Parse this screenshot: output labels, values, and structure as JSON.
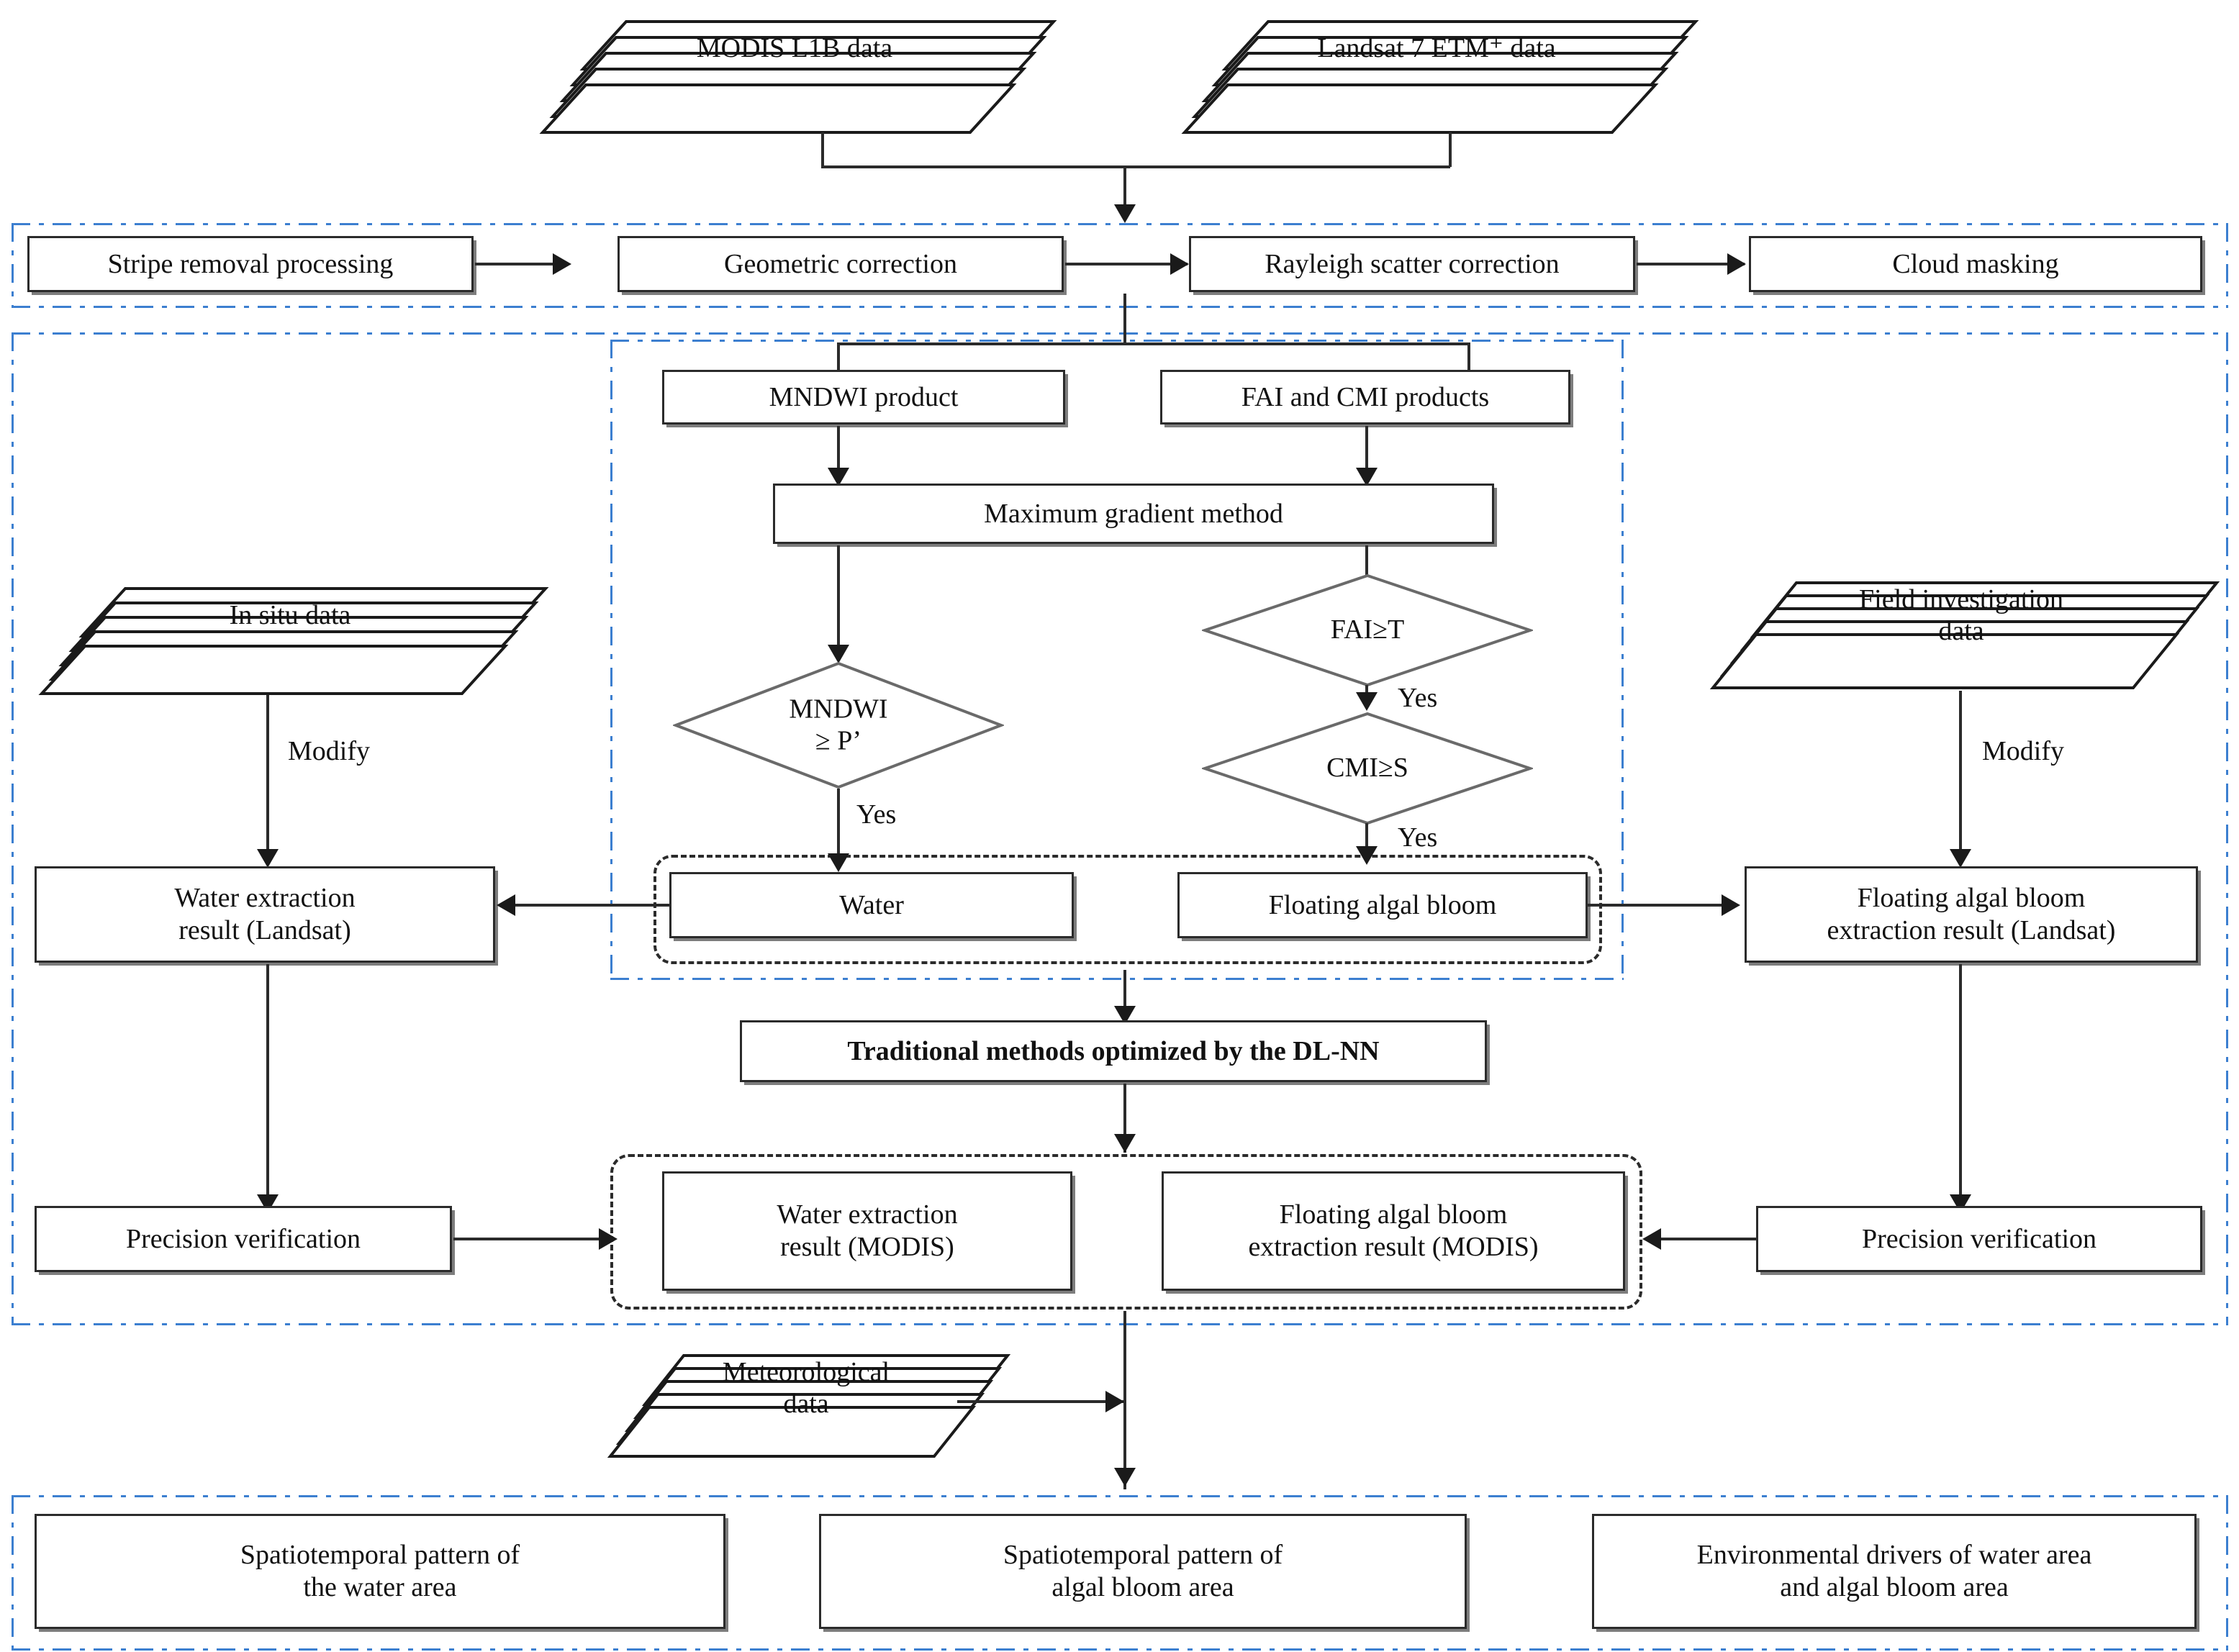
{
  "diagram": {
    "title": "Remote sensing water and algal bloom extraction workflow",
    "accent_blue": "#3c7fd0",
    "line_color": "#2b2b2b"
  },
  "sources": {
    "modis": "MODIS L1B data",
    "landsat": "Landsat 7 ETM⁺ data",
    "in_situ": "In situ data",
    "field": "Field investigation\ndata",
    "meteorological": "Meteorological\ndata"
  },
  "preprocessing": {
    "steps": [
      "Stripe removal processing",
      "Geometric correction",
      "Rayleigh scatter correction",
      "Cloud masking"
    ]
  },
  "products": {
    "mndwi": "MNDWI product",
    "fai_cmi": "FAI and CMI products",
    "method": "Maximum gradient method"
  },
  "decisions": {
    "mndwi_test": "MNDWI\n≥ P’",
    "fai_test": "FAI≥T",
    "cmi_test": "CMI≥S",
    "yes": "Yes"
  },
  "classes": {
    "water": "Water",
    "bloom": "Floating algal bloom"
  },
  "landsat_results": {
    "water": "Water extraction\nresult (Landsat)",
    "bloom": "Floating algal bloom\nextraction result (Landsat)"
  },
  "modis_results": {
    "water": "Water extraction\nresult (MODIS)",
    "bloom": "Floating algal bloom\nextraction result (MODIS)"
  },
  "optimization": {
    "label": "Traditional methods optimized by  the DL-NN"
  },
  "verification": {
    "left": "Precision verification",
    "right": "Precision verification",
    "modify_left": "Modify",
    "modify_right": "Modify"
  },
  "outputs": {
    "items": [
      "Spatiotemporal  pattern of\nthe water area",
      "Spatiotemporal  pattern of\nalgal bloom area",
      "Environmental  drivers of water area\nand algal bloom area"
    ]
  }
}
